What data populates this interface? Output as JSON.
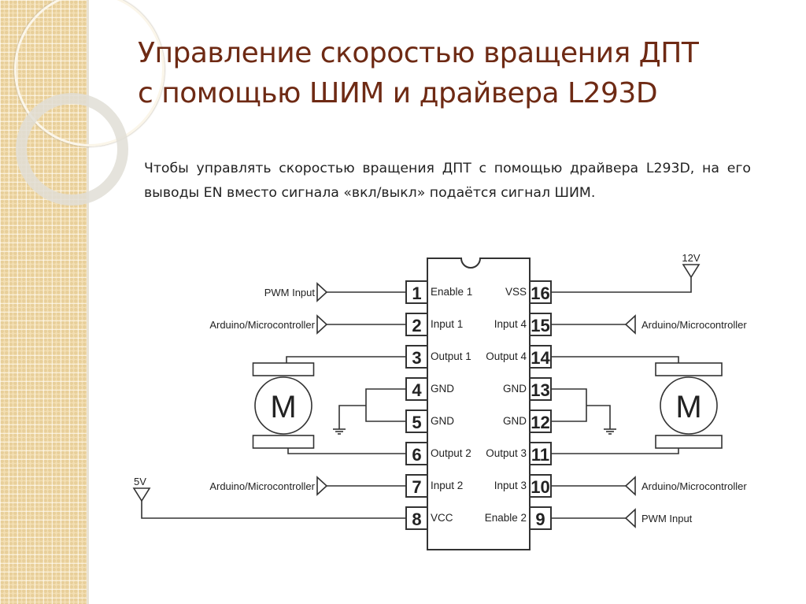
{
  "slide": {
    "title_line1": "Управление скоростью вращения ДПТ",
    "title_line2": "с помощью ШИМ и драйвера L293D",
    "paragraph": "Чтобы управлять скоростью вращения ДПТ с помощью драйвера L293D, на его выводы EN вместо сигнала «вкл/выкл» подаётся сигнал ШИМ."
  },
  "diagram": {
    "left_pins": [
      {
        "num": "1",
        "label": "Enable 1"
      },
      {
        "num": "2",
        "label": "Input 1"
      },
      {
        "num": "3",
        "label": "Output 1"
      },
      {
        "num": "4",
        "label": "GND"
      },
      {
        "num": "5",
        "label": "GND"
      },
      {
        "num": "6",
        "label": "Output 2"
      },
      {
        "num": "7",
        "label": "Input 2"
      },
      {
        "num": "8",
        "label": "VCC"
      }
    ],
    "right_pins": [
      {
        "num": "16",
        "label": "VSS"
      },
      {
        "num": "15",
        "label": "Input 4"
      },
      {
        "num": "14",
        "label": "Output 4"
      },
      {
        "num": "13",
        "label": "GND"
      },
      {
        "num": "12",
        "label": "GND"
      },
      {
        "num": "11",
        "label": "Output 3"
      },
      {
        "num": "10",
        "label": "Input 3"
      },
      {
        "num": "9",
        "label": "Enable 2"
      }
    ],
    "left_signals": {
      "pwm": "PWM Input",
      "in1": "Arduino/Microcontroller",
      "in2": "Arduino/Microcontroller"
    },
    "right_signals": {
      "pwm": "PWM Input",
      "in4": "Arduino/Microcontroller",
      "in3": "Arduino/Microcontroller"
    },
    "supply_12v": "12V",
    "supply_5v": "5V",
    "motor_label": "M"
  }
}
